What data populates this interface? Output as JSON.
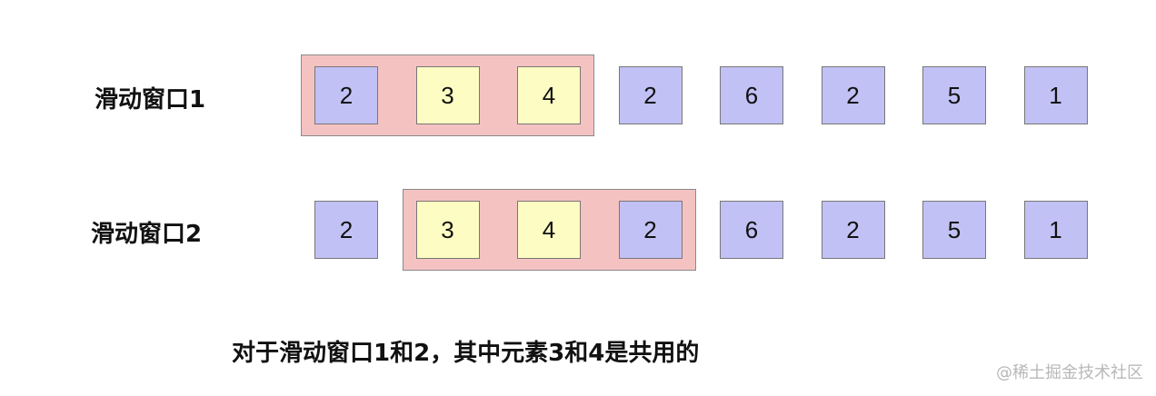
{
  "rows": [
    {
      "label": "滑动窗口1",
      "cells": [
        "2",
        "3",
        "4",
        "2",
        "6",
        "2",
        "5",
        "1"
      ],
      "window_start": 0,
      "window_end": 2,
      "highlighted_cells": [
        1,
        2
      ]
    },
    {
      "label": "滑动窗口2",
      "cells": [
        "2",
        "3",
        "4",
        "2",
        "6",
        "2",
        "5",
        "1"
      ],
      "window_start": 1,
      "window_end": 3,
      "highlighted_cells": [
        1,
        2
      ]
    }
  ],
  "caption": "对于滑动窗口1和2，其中元素3和4是共用的",
  "watermark": "@稀土掘金技术社区",
  "colors": {
    "window_fill": "#f5c2c2",
    "cell_default": "#c1c1f5",
    "cell_highlight": "#fdfdc3",
    "border": "#777777"
  }
}
